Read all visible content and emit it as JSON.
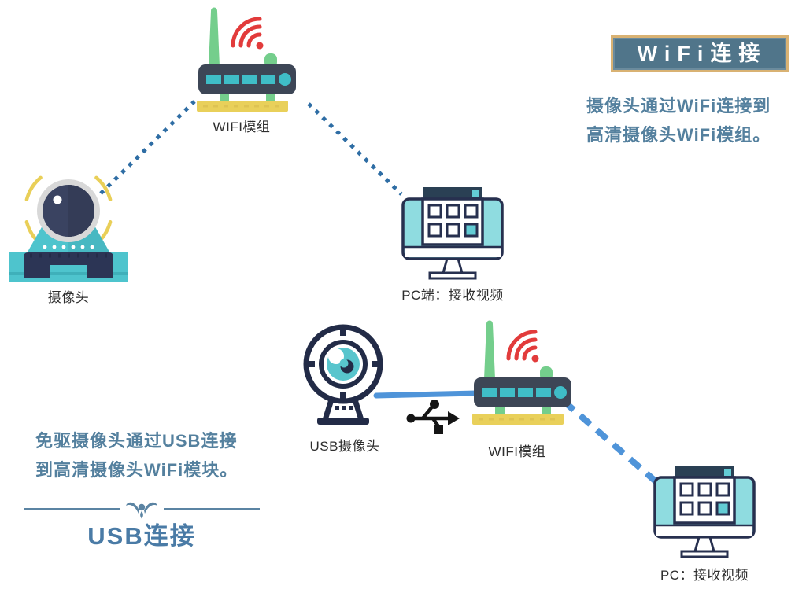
{
  "wifi_section": {
    "badge_title": "WiFi连接",
    "description": [
      "摄像头通过WiFi连接到",
      "高清摄像头WiFi模组。"
    ],
    "router_label": "WIFI模组",
    "camera_label": "摄像头",
    "pc_label": "PC端：接收视频"
  },
  "usb_section": {
    "heading": "USB连接",
    "description": [
      "免驱摄像头通过USB连接",
      "到高清摄像头WiFi模块。"
    ],
    "camera_label": "USB摄像头",
    "router_label": "WIFI模组",
    "pc_label": "PC：接收视频"
  },
  "icons": {
    "top_router": "wifi-router-icon",
    "surveillance_camera": "surveillance-camera-icon",
    "top_pc": "pc-monitor-icon",
    "usb_webcam": "usb-webcam-icon",
    "usb_symbol": "usb-trident-icon",
    "bottom_router": "wifi-router-icon",
    "bottom_pc": "pc-monitor-icon",
    "ornament": "fleur-ornament-icon"
  },
  "colors": {
    "accent_text": "#54809e",
    "heading_text": "#4a7ba6",
    "badge_bg": "#50758a",
    "badge_border": "#d9b273",
    "router_body": "#3d4656",
    "teal": "#4ec4cd",
    "teal_dark": "#3fb0ba",
    "green": "#74ce8c",
    "yellow": "#e9d05a",
    "red": "#e23b3b",
    "navy_outline": "#27304f",
    "webcam_outline": "#222b47",
    "dotted_line": "#2e6da4",
    "usb_line": "#4f94d9",
    "divider": "#5b84a3",
    "label_text": "#2e2e2e"
  }
}
